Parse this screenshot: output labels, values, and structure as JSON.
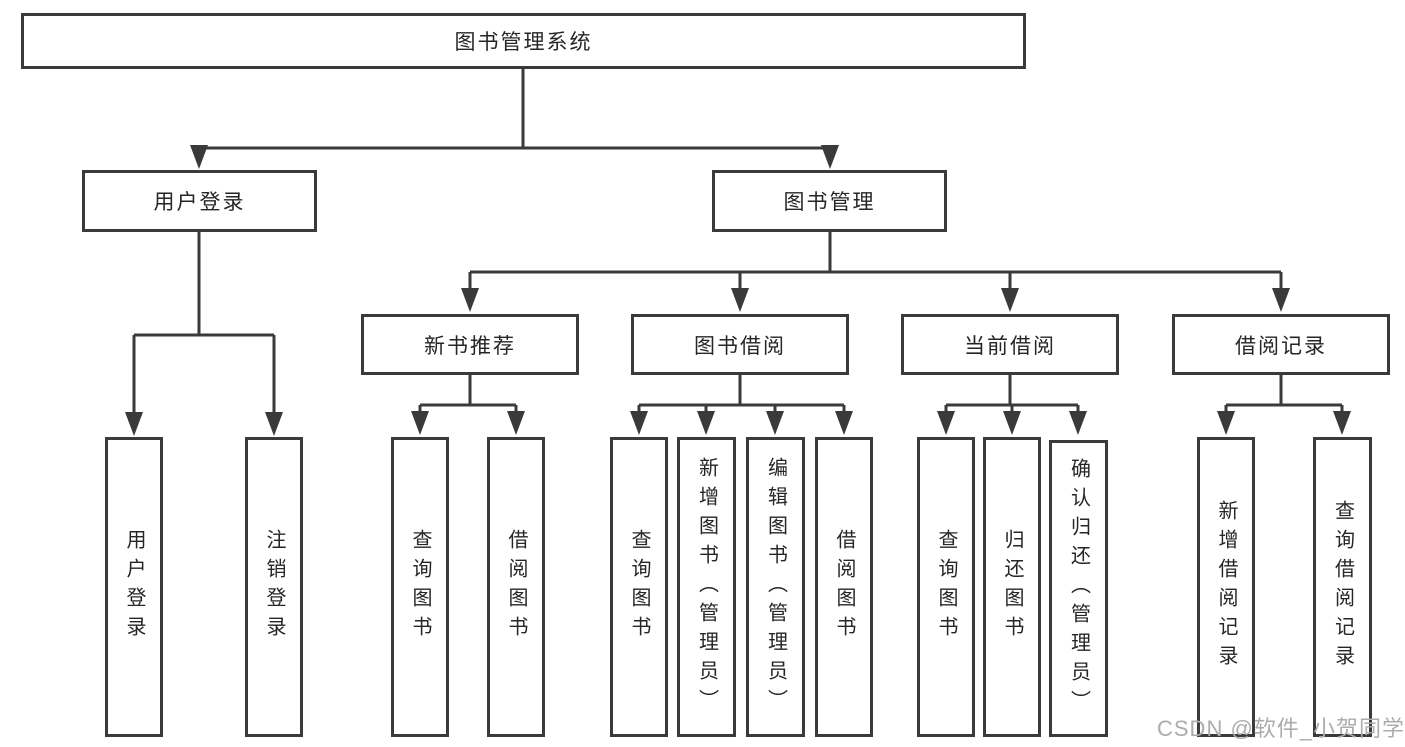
{
  "diagram": {
    "root": {
      "label": "图书管理系统"
    },
    "level2": [
      {
        "label": "用户登录"
      },
      {
        "label": "图书管理"
      }
    ],
    "level3": [
      {
        "label": "新书推荐"
      },
      {
        "label": "图书借阅"
      },
      {
        "label": "当前借阅"
      },
      {
        "label": "借阅记录"
      }
    ],
    "leaves": {
      "user_login": [
        {
          "label": "用户登录"
        },
        {
          "label": "注销登录"
        }
      ],
      "new_book": [
        {
          "label": "查询图书"
        },
        {
          "label": "借阅图书"
        }
      ],
      "book_borrow": [
        {
          "label": "查询图书"
        },
        {
          "label": "新增图书（管理员）"
        },
        {
          "label": "编辑图书（管理员）"
        },
        {
          "label": "借阅图书"
        }
      ],
      "current_borrow": [
        {
          "label": "查询图书"
        },
        {
          "label": "归还图书"
        },
        {
          "label": "确认归还（管理员）"
        }
      ],
      "borrow_record": [
        {
          "label": "新增借阅记录"
        },
        {
          "label": "查询借阅记录"
        }
      ]
    }
  },
  "watermark": {
    "text": "CSDN @软件_小贺同学"
  },
  "colors": {
    "line": "#3a3a3a",
    "box_border": "#3a3a3a",
    "text": "#262626",
    "watermark": "#acacac",
    "background": "#ffffff"
  }
}
